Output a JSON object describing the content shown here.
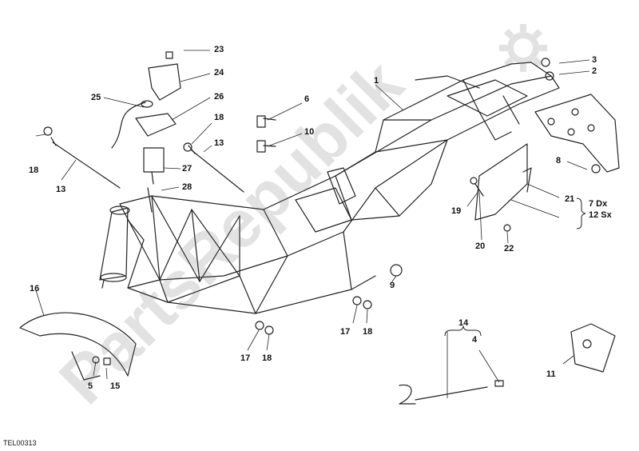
{
  "diagram": {
    "code": "TEL00313",
    "watermark": "PartsRepublik",
    "callouts": [
      {
        "id": "1",
        "text": "1"
      },
      {
        "id": "2",
        "text": "2"
      },
      {
        "id": "3",
        "text": "3"
      },
      {
        "id": "4",
        "text": "4"
      },
      {
        "id": "5",
        "text": "5"
      },
      {
        "id": "6",
        "text": "6"
      },
      {
        "id": "7dx",
        "text": "7 Dx"
      },
      {
        "id": "8",
        "text": "8"
      },
      {
        "id": "9",
        "text": "9"
      },
      {
        "id": "10",
        "text": "10"
      },
      {
        "id": "11",
        "text": "11"
      },
      {
        "id": "12sx",
        "text": "12 Sx"
      },
      {
        "id": "13a",
        "text": "13"
      },
      {
        "id": "13b",
        "text": "13"
      },
      {
        "id": "14",
        "text": "14"
      },
      {
        "id": "15",
        "text": "15"
      },
      {
        "id": "16",
        "text": "16"
      },
      {
        "id": "17a",
        "text": "17"
      },
      {
        "id": "17b",
        "text": "17"
      },
      {
        "id": "18a",
        "text": "18"
      },
      {
        "id": "18b",
        "text": "18"
      },
      {
        "id": "18c",
        "text": "18"
      },
      {
        "id": "18d",
        "text": "18"
      },
      {
        "id": "19",
        "text": "19"
      },
      {
        "id": "20",
        "text": "20"
      },
      {
        "id": "21",
        "text": "21"
      },
      {
        "id": "22",
        "text": "22"
      },
      {
        "id": "23",
        "text": "23"
      },
      {
        "id": "24",
        "text": "24"
      },
      {
        "id": "25",
        "text": "25"
      },
      {
        "id": "26",
        "text": "26"
      },
      {
        "id": "27",
        "text": "27"
      },
      {
        "id": "28",
        "text": "28"
      }
    ]
  }
}
